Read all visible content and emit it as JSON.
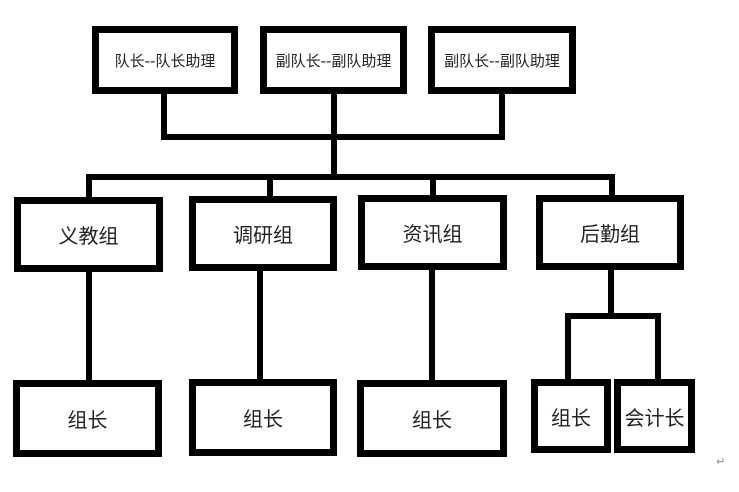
{
  "diagram": {
    "leadership": [
      {
        "label": "队长--队长助理"
      },
      {
        "label": "副队长--副队助理"
      },
      {
        "label": "副队长--副队助理"
      }
    ],
    "groups": [
      {
        "label": "义教组",
        "children": [
          {
            "label": "组长"
          }
        ]
      },
      {
        "label": "调研组",
        "children": [
          {
            "label": "组长"
          }
        ]
      },
      {
        "label": "资讯组",
        "children": [
          {
            "label": "组长"
          }
        ]
      },
      {
        "label": "后勤组",
        "children": [
          {
            "label": "组长"
          },
          {
            "label": "会计长"
          }
        ]
      }
    ],
    "paragraph_mark": "↵"
  }
}
